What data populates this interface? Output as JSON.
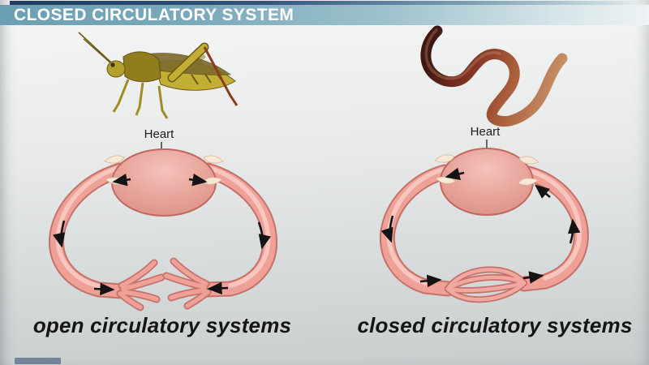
{
  "title_bar": {
    "title": "CLOSED CIRCULATORY SYSTEM"
  },
  "panels": {
    "open": {
      "animal": "grasshopper",
      "heart_label": "Heart",
      "caption": "open circulatory systems",
      "vessel_ends": "open branched tips that do not reconnect",
      "flow_arrows": [
        "out of heart to the left",
        "out of heart to the right",
        "down the left vessel",
        "down the right vessel",
        "inward toward open branched ends (left)",
        "inward toward open branched ends (right)"
      ]
    },
    "closed": {
      "animal": "earthworm",
      "heart_label": "Heart",
      "caption": "closed circulatory systems",
      "vessel_ends": "continuous loop through a capillary network",
      "flow_arrows": [
        "out of heart to the left",
        "down the left vessel",
        "right along the bottom vessel",
        "right past the capillary network",
        "up the right vessel",
        "into the heart at top right"
      ]
    }
  },
  "colors": {
    "top_strip_navy": "#1f3c5e",
    "title_bar_teal": "#6b9fb3",
    "title_text": "#ffffff",
    "background_top": "#f4f5f4",
    "background_bottom": "#c7cccd",
    "heart_fill": "#eaa89f",
    "vessel_fill": "#efa097",
    "vessel_outline": "#c4726a",
    "capillary_fill": "#f0a8a0",
    "arrow_color": "#141414",
    "caption_text": "#151515"
  }
}
